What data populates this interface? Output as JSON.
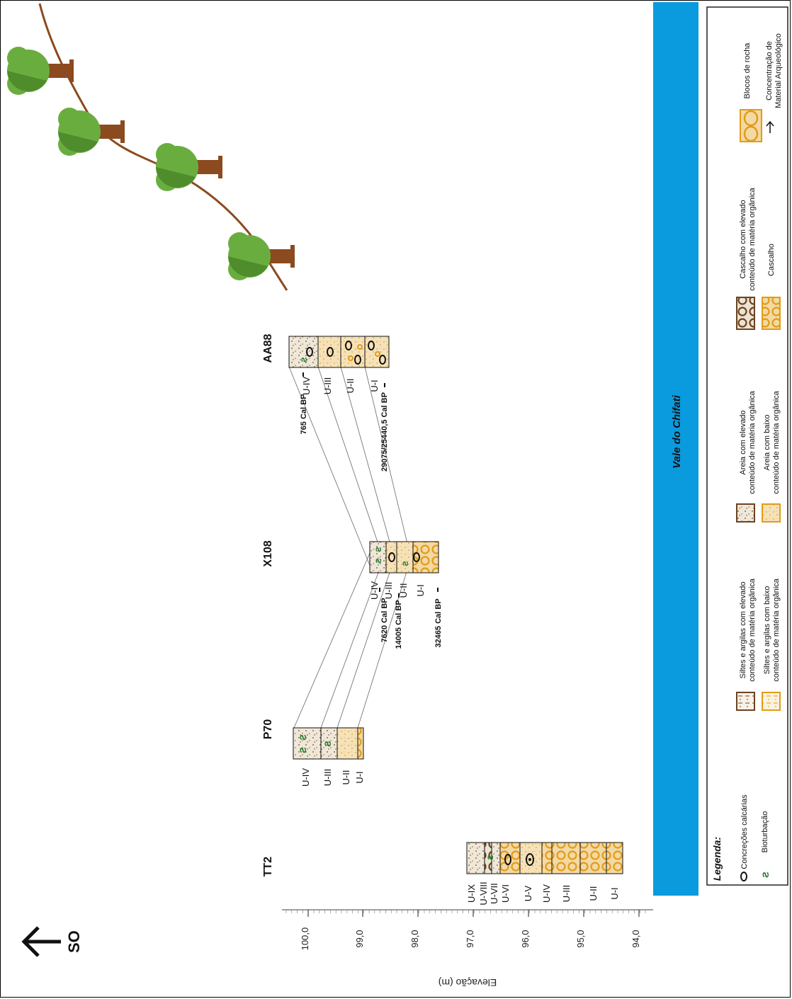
{
  "orientation": {
    "label": "SO",
    "arrow_icon": "arrow-left-icon"
  },
  "axis": {
    "title": "Elevação (m)",
    "ticks": [
      "100,0",
      "99,0",
      "98,0",
      "97,0",
      "96,0",
      "95,0",
      "94,0"
    ]
  },
  "valley": {
    "label": "Vale do Chifati",
    "color": "#0a9bdf"
  },
  "columns": [
    {
      "name": "TT2",
      "units": [
        "U-IX",
        "U-VIII",
        "U-VII",
        "U-VI",
        "U-V",
        "U-IV",
        "U-III",
        "U-II",
        "U-I"
      ]
    },
    {
      "name": "P70",
      "units": [
        "U-IV",
        "U-III",
        "U-II",
        "U-I"
      ]
    },
    {
      "name": "X108",
      "units": [
        "U-IV",
        "U-III",
        "U-II",
        "U-I"
      ],
      "dates": [
        "7620 Cal BP",
        "14005 Cal BP",
        "32465 Cal BP"
      ]
    },
    {
      "name": "AA88",
      "units": [
        "U-IV",
        "U-III",
        "U-II",
        "U-I"
      ],
      "dates": [
        "765 Cal BP",
        "29075/25440,5 Cal BP"
      ]
    }
  ],
  "legend": {
    "title": "Legenda:",
    "items": [
      {
        "icon": "concretion-icon",
        "label": "Concreções calcárias"
      },
      {
        "icon": "bioturbation-icon",
        "label": "Bioturbação"
      },
      {
        "icon": "silt-clay-high-organic-icon",
        "label_line1": "Siltes e argilas com elevado",
        "label_line2": "conteúdo de matéria orgânica"
      },
      {
        "icon": "silt-clay-low-organic-icon",
        "label_line1": "Siltes e argilas com baixo",
        "label_line2": "conteúdo de matéria orgânica"
      },
      {
        "icon": "sand-high-organic-icon",
        "label_line1": "Areia com elevado",
        "label_line2": "conteúdo de matéria orgânica"
      },
      {
        "icon": "sand-low-organic-icon",
        "label_line1": "Areia com baixo",
        "label_line2": "conteúdo de matéria orgânica"
      },
      {
        "icon": "gravel-high-organic-icon",
        "label_line1": "Cascalho com elevado",
        "label_line2": "conteúdo de matéria orgânica"
      },
      {
        "icon": "gravel-icon",
        "label": "Cascalho"
      },
      {
        "icon": "rock-blocks-icon",
        "label": "Blocos de rocha"
      },
      {
        "icon": "artifact-concentration-icon",
        "label_line1": "Concentração de",
        "label_line2": "Material Arqueológico"
      }
    ]
  },
  "colors": {
    "sand_low": "#f3d9a4",
    "sand_high": "#ece3d2",
    "gravel": "#e8a324",
    "bark": "#8b4a1f",
    "foliage": "#6aad3f",
    "foliage_dark": "#4f8c2c",
    "bioturbation": "#2e7d32"
  }
}
